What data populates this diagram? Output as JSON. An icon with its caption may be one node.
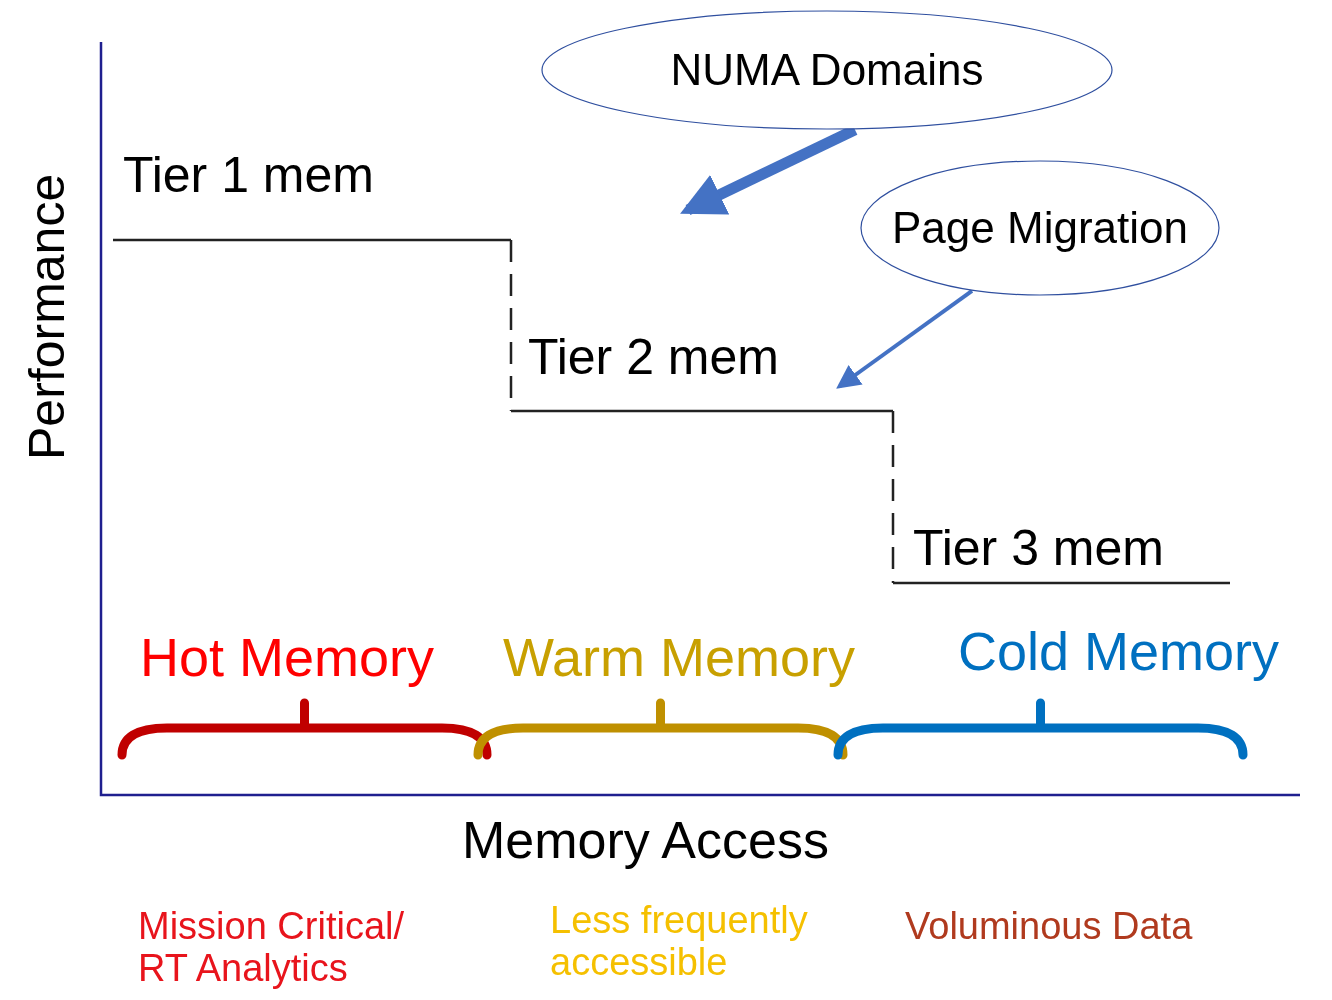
{
  "diagram": {
    "nodes": [
      {
        "text": [
          "NUMA Domains"
        ]
      },
      {
        "text": [
          "Page Migration"
        ]
      }
    ],
    "edges": [
      {
        "from": 0,
        "to": null,
        "arrow": "to",
        "style": "thick"
      },
      {
        "from": 1,
        "to": null,
        "arrow": "to"
      }
    ],
    "labels": [
      "Performance",
      "Tier 1 mem",
      "Tier 2 mem",
      "Tier 3 mem",
      "Hot Memory",
      "Warm Memory",
      "Cold Memory",
      "Memory Access",
      "Mission Critical/ RT Analytics",
      "Less frequently accessible",
      "Voluminous Data"
    ]
  }
}
